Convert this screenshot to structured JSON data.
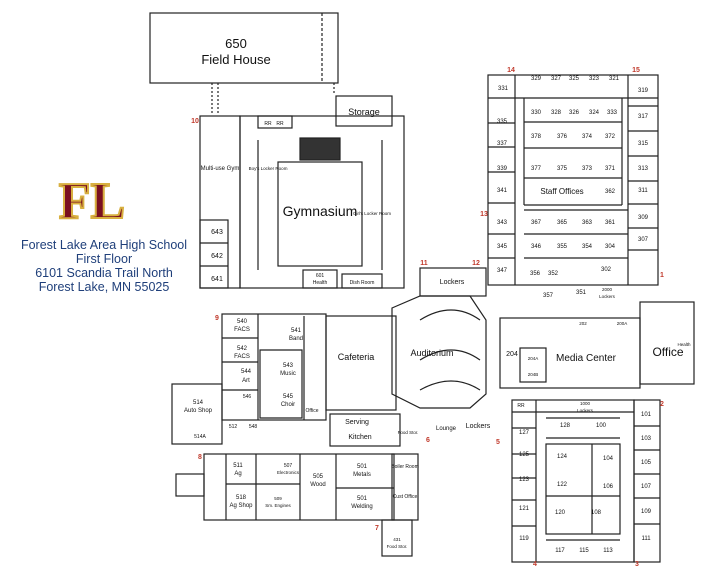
{
  "school": {
    "name": "Forest Lake Area High School",
    "floor": "First Floor",
    "street": "6101 Scandia Trail North",
    "city": "Forest Lake, MN  55025",
    "logo_text": "FL"
  },
  "colors": {
    "wall": "#222222",
    "logo_maroon": "#7a1020",
    "logo_gold": "#d8b040",
    "text_blue": "#1f3f7a",
    "door_red": "#c0392b"
  },
  "rooms": {
    "field_house_num": "650",
    "field_house": "Field House",
    "storage": "Storage",
    "gymnasium": "Gymnasium",
    "multi_use_gym": "Multi-use Gym",
    "boys_locker": "Boy's Locker Room",
    "girls_locker": "Girl's Locker Room",
    "r643": "643",
    "r642": "642",
    "r641": "641",
    "r601": "601",
    "health": "Health",
    "dish_room": "Dish Room",
    "rr": "RR",
    "lockers": "Lockers",
    "r540": "540",
    "facs": "FACS",
    "r542": "542",
    "r541": "541",
    "band": "Band",
    "r543": "543",
    "music": "Music",
    "r545": "545",
    "choir": "Choir",
    "office": "Office",
    "r544": "544",
    "art": "Art",
    "r546": "546",
    "r512": "512",
    "r548": "548",
    "r514": "514",
    "auto_shop": "Auto Shop",
    "r514a": "514A",
    "cafeteria": "Cafeteria",
    "auditorium": "Auditorium",
    "serving": "Serving",
    "kitchen": "Kitchen",
    "food_stor": "Food Stor.",
    "lounge": "Lounge",
    "r204": "204",
    "r204a": "204A",
    "r204b": "204B",
    "media_center": "Media Center",
    "r202": "202",
    "r200a": "200A",
    "main_office": "Office",
    "r511": "511",
    "ag": "Ag",
    "r507": "507",
    "electronics": "Electronics",
    "r505": "505",
    "wood": "Wood",
    "r501": "501",
    "metals": "Metals",
    "welding": "Welding",
    "r518": "518",
    "ag_shop": "Ag Shop",
    "r509": "509",
    "sm_engines": "Sm. Engines",
    "boiler_room": "Boiler Room",
    "cust_office": "Cust Office",
    "r431": "431",
    "food_stor2": "Food Stor.",
    "r331": "331",
    "r329": "329",
    "r327": "327",
    "r325": "325",
    "r323": "323",
    "r321": "321",
    "r319": "319",
    "r335": "335",
    "r330": "330",
    "r328": "328",
    "r326": "326",
    "r324": "324",
    "r333": "333",
    "r317": "317",
    "r378": "378",
    "r376": "376",
    "r374": "374",
    "r372": "372",
    "r337": "337",
    "r315": "315",
    "r339": "339",
    "r377": "377",
    "r375": "375",
    "r373": "373",
    "r371": "371",
    "r313": "313",
    "r341": "341",
    "staff_offices": "Staff Offices",
    "r362": "362",
    "r311": "311",
    "r343": "343",
    "r367": "367",
    "r365": "365",
    "r363": "363",
    "r361": "361",
    "r309": "309",
    "r345": "345",
    "r346": "346",
    "r355": "355",
    "r354": "354",
    "r304": "304",
    "r307": "307",
    "r347": "347",
    "r356": "356",
    "r352": "352",
    "r302": "302",
    "r357": "357",
    "r351": "351",
    "r2000": "2000",
    "lockers2000": "Lockers",
    "r1000": "1000",
    "lockers1000": "Lockers",
    "r128": "128",
    "r100": "100",
    "r127": "127",
    "r124": "124",
    "r104": "104",
    "r125": "125",
    "r122": "122",
    "r106": "106",
    "r123": "123",
    "r121": "121",
    "r120": "120",
    "r108": "108",
    "r119": "119",
    "r117": "117",
    "r115": "115",
    "r113": "113",
    "r111": "111",
    "r101": "101",
    "r103": "103",
    "r105": "105",
    "r107": "107",
    "r109": "109"
  },
  "doors": [
    "1",
    "2",
    "3",
    "4",
    "5",
    "6",
    "7",
    "8",
    "9",
    "10",
    "11",
    "12",
    "13",
    "14",
    "15"
  ]
}
